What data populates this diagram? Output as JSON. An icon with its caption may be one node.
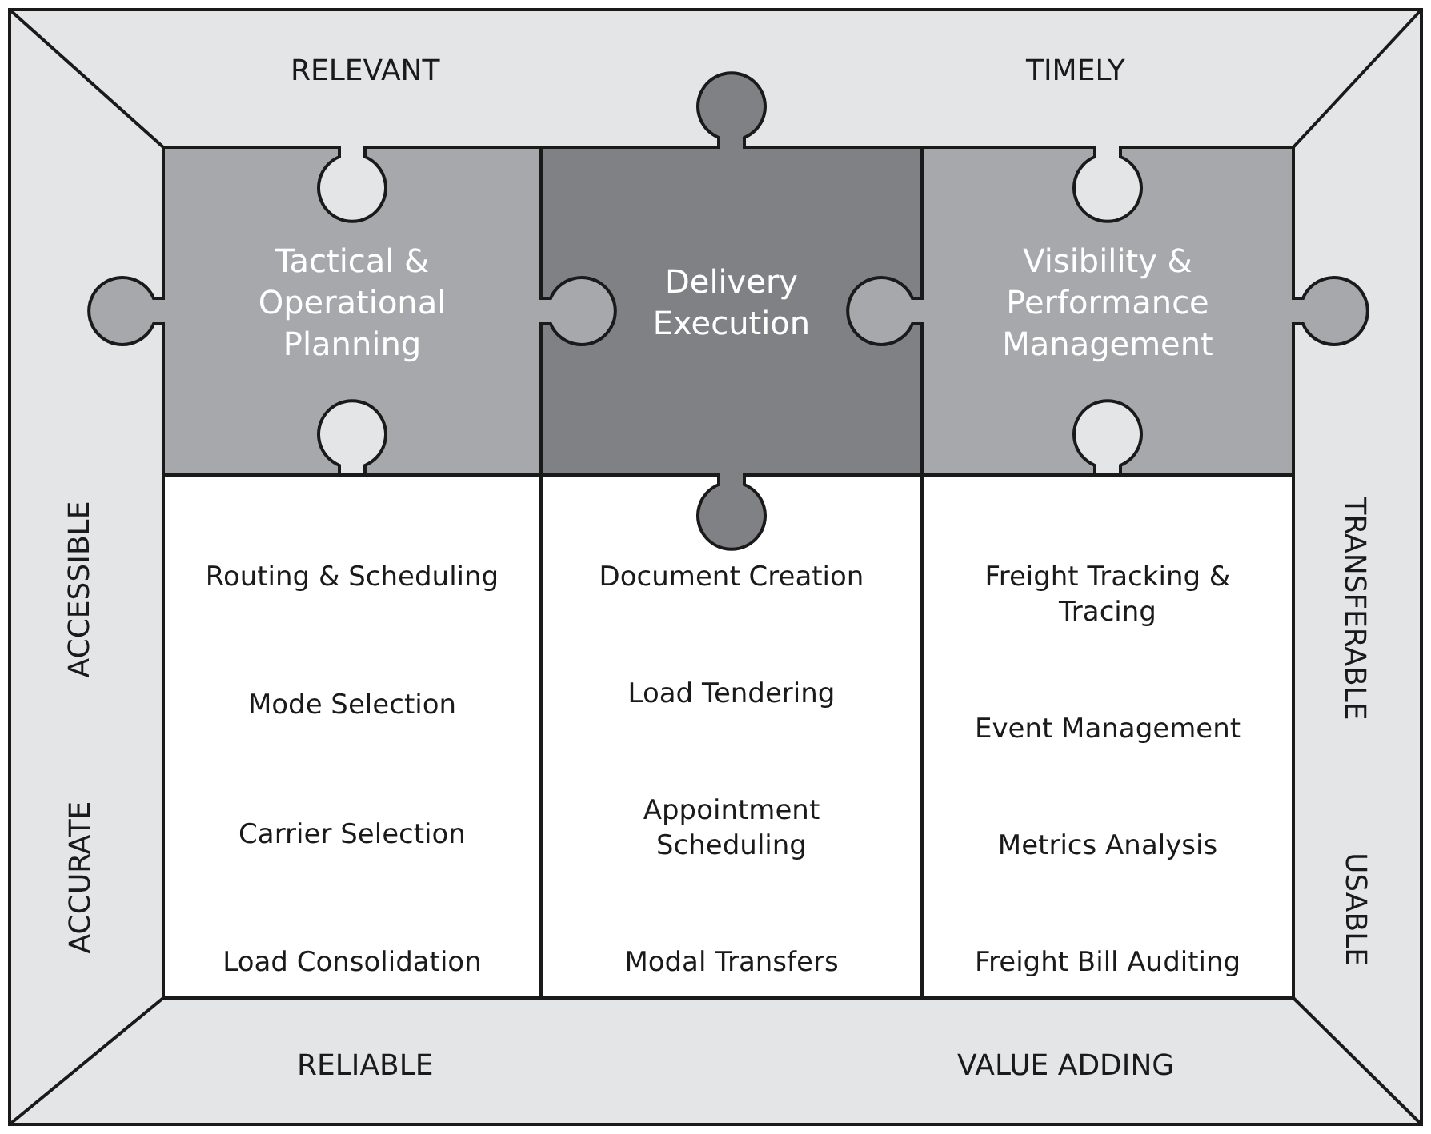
{
  "diagram": {
    "nodes": [
      {
        "text": [
          "Tactical & Operational Planning"
        ]
      },
      {
        "text": [
          "Delivery Execution"
        ]
      },
      {
        "text": [
          "Visibility & Performance Management"
        ]
      },
      {
        "text": [
          "Routing & Scheduling",
          "Mode Selection",
          "Carrier Selection",
          "Load Consolidation"
        ]
      },
      {
        "text": [
          "Document Creation",
          "Load Tendering",
          "Appointment Scheduling",
          "Modal Transfers"
        ]
      },
      {
        "text": [
          "Freight Tracking & Tracing",
          "Event Management",
          "Metrics Analysis",
          "Freight Bill Auditing"
        ]
      }
    ],
    "labels": [
      "RELEVANT",
      "TIMELY",
      "ACCESSIBLE",
      "ACCURATE",
      "TRANSFERABLE",
      "USABLE",
      "RELIABLE",
      "VALUE ADDING"
    ]
  }
}
